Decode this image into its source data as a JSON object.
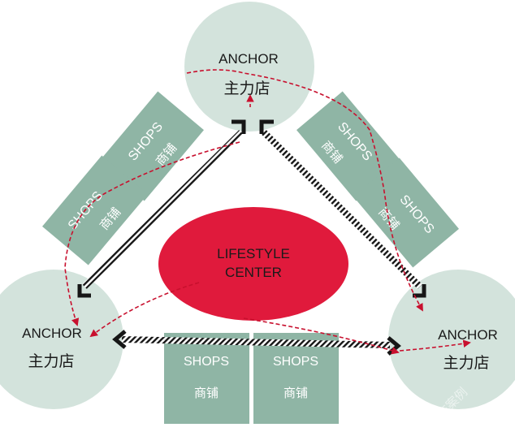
{
  "colors": {
    "anchor_fill": "#d3e3dc",
    "shop_fill": "#8fb5a5",
    "center_fill": "#e01a3c",
    "link_color": "#161616",
    "flow_color": "#c8102e"
  },
  "anchors": {
    "top": {
      "en": "ANCHOR",
      "cn": "主力店"
    },
    "left": {
      "en": "ANCHOR",
      "cn": "主力店"
    },
    "right": {
      "en": "ANCHOR",
      "cn": "主力店"
    }
  },
  "center": {
    "line1": "LIFESTYLE",
    "line2": "CENTER"
  },
  "shops": {
    "left_upper": {
      "en": "SHOPS",
      "cn": "商铺"
    },
    "left_lower": {
      "en": "SHOPS",
      "cn": "商铺"
    },
    "right_upper": {
      "en": "SHOPS",
      "cn": "商铺"
    },
    "right_lower": {
      "en": "SHOPS",
      "cn": "商铺"
    },
    "bottom_left": {
      "en": "SHOPS",
      "cn": "商铺"
    },
    "bottom_right": {
      "en": "SHOPS",
      "cn": "商铺"
    }
  },
  "watermark": "知末案例"
}
